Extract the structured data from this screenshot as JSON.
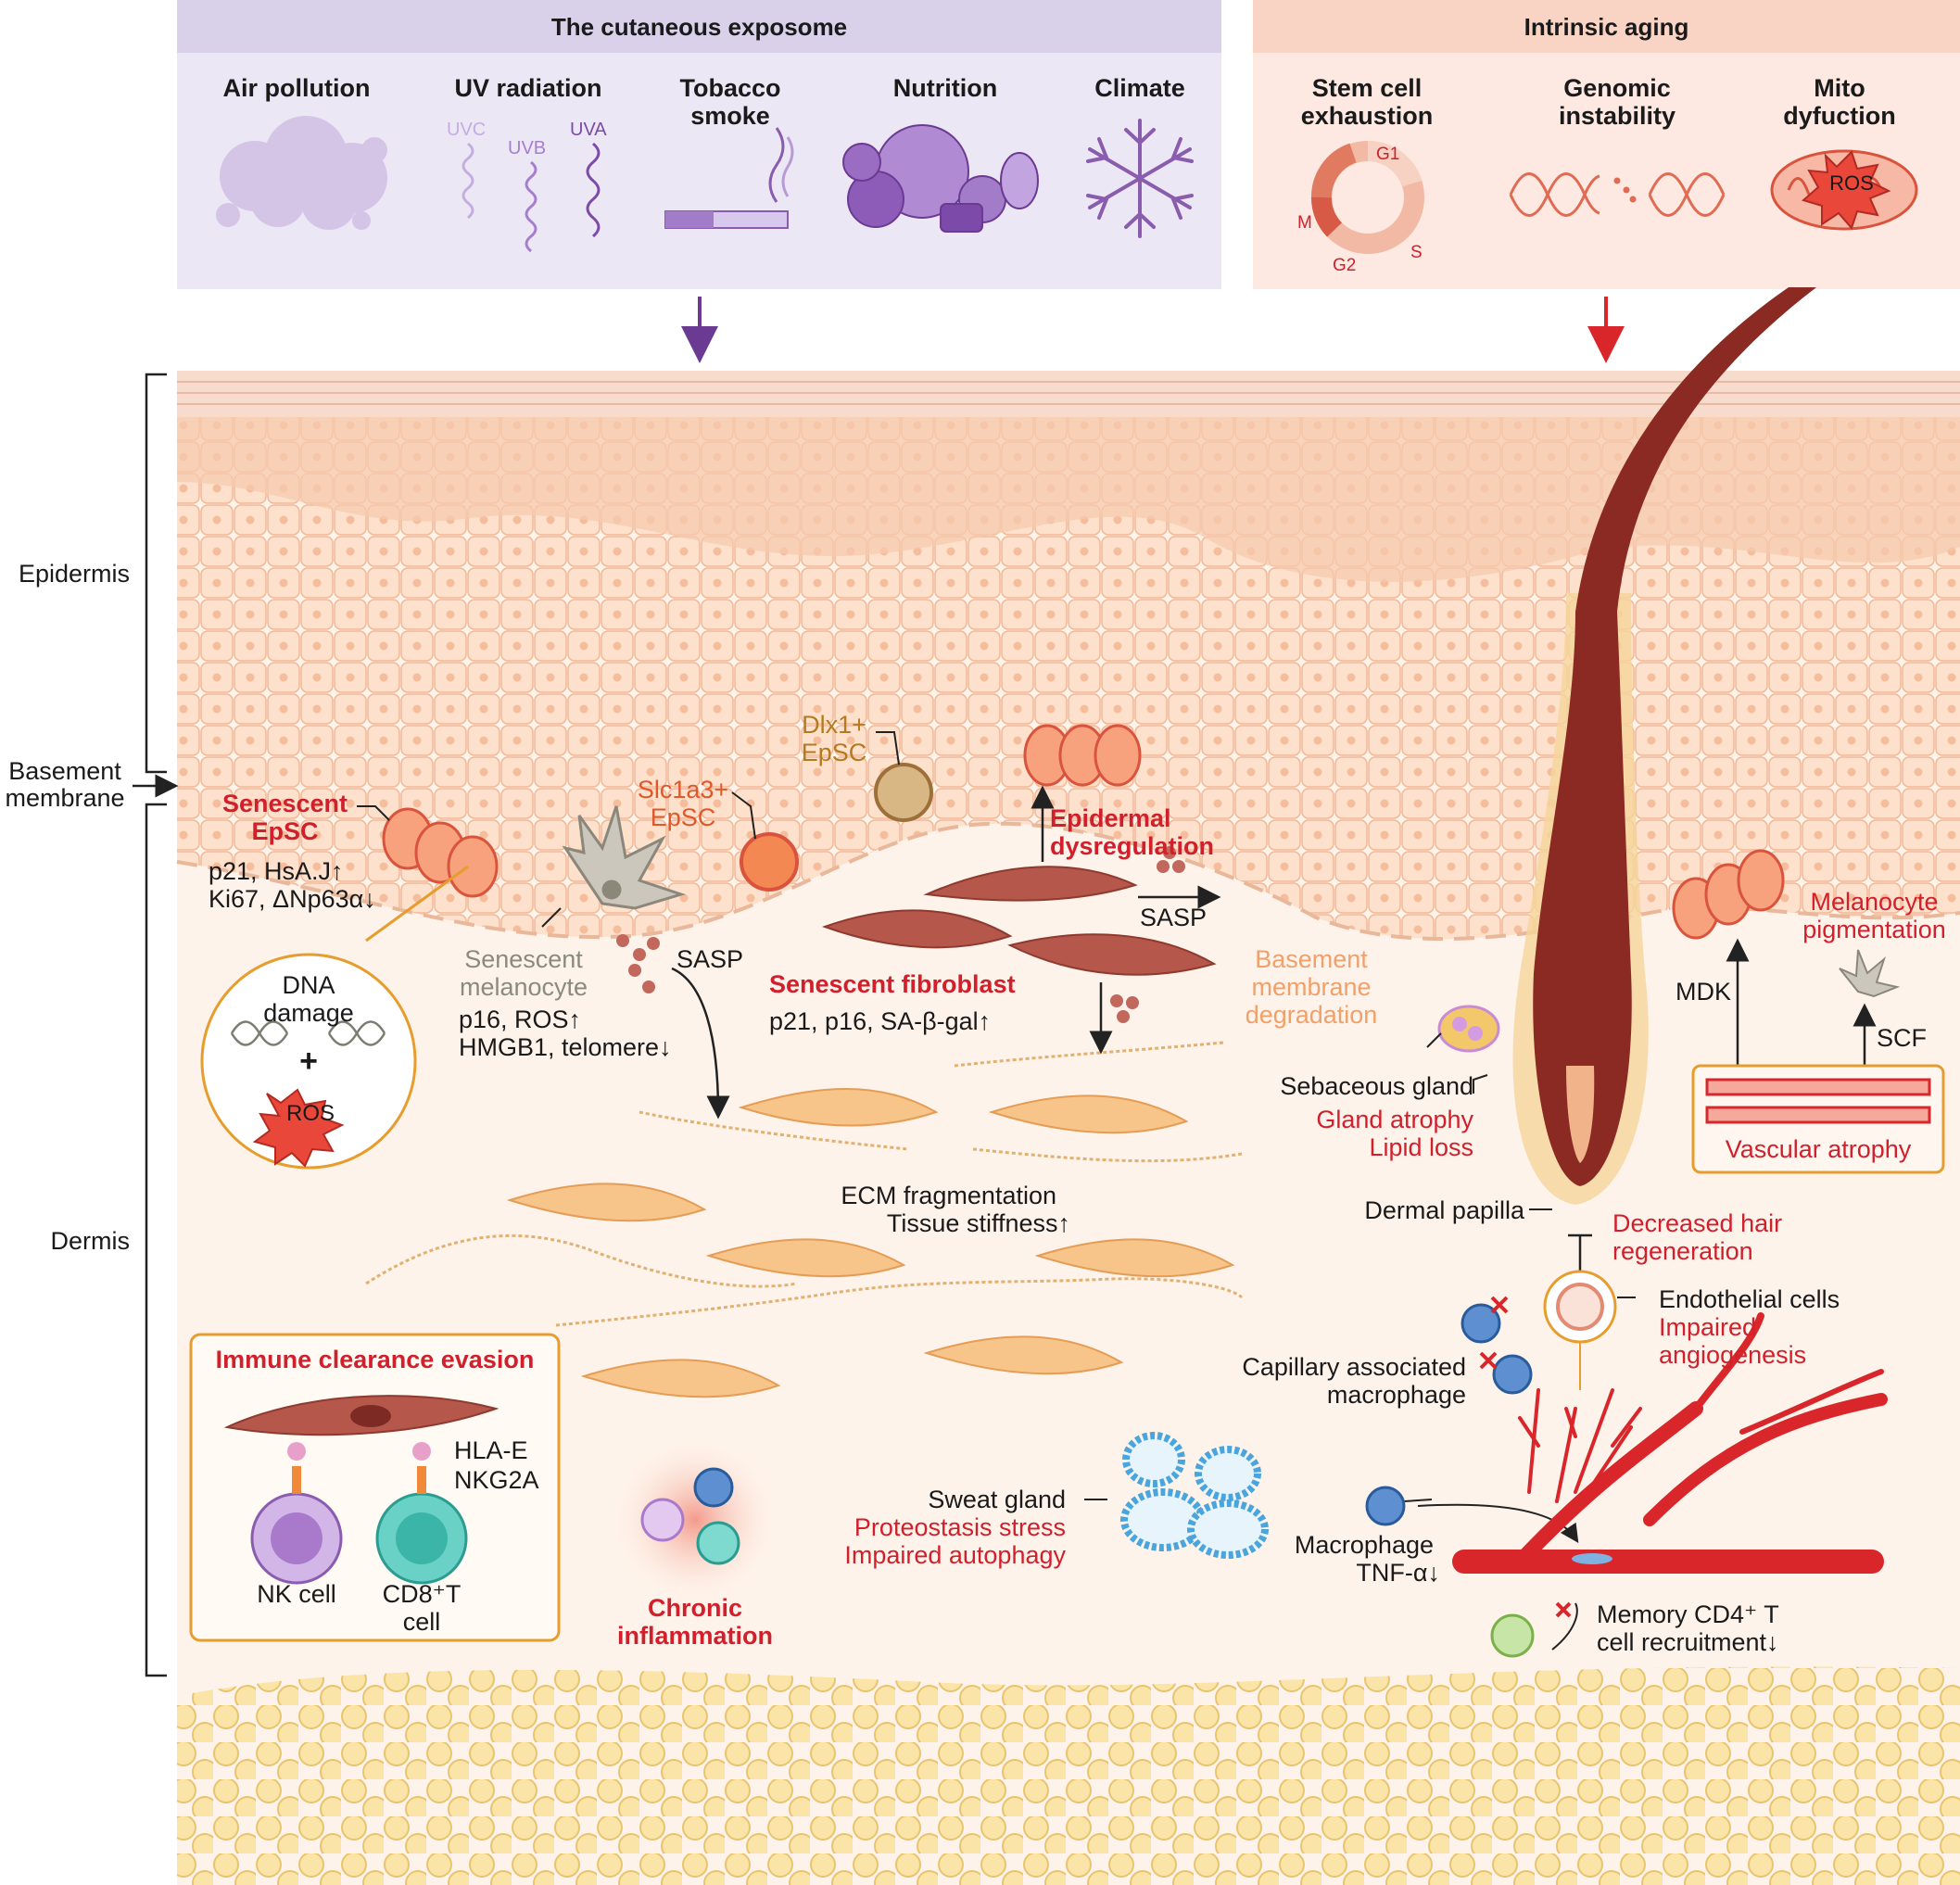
{
  "panels": {
    "exposome": {
      "title": "The cutaneous exposome",
      "items": [
        "Air pollution",
        "UV radiation",
        "Tobacco smoke",
        "Nutrition",
        "Climate"
      ],
      "uv_bands": [
        "UVC",
        "UVB",
        "UVA"
      ]
    },
    "intrinsic": {
      "title": "Intrinsic aging",
      "items": [
        "Stem cell exhaustion",
        "Genomic instability",
        "Mito dyfuction"
      ],
      "cell_cycle": [
        "G1",
        "M",
        "G2",
        "S"
      ],
      "ros": "ROS"
    }
  },
  "layers": {
    "epidermis": "Epidermis",
    "basement_membrane": "Basement membrane",
    "dermis": "Dermis"
  },
  "labels": {
    "senescent_epsc": "Senescent EpSC",
    "epsc_markers_1": "p21, HsA.J↑",
    "epsc_markers_2": "Ki67, ΔNp63α↓",
    "dna_damage": "DNA damage",
    "plus": "+",
    "ros": "ROS",
    "senescent_melanocyte": "Senescent melanocyte",
    "melanocyte_markers_1": "p16, ROS↑",
    "melanocyte_markers_2": "HMGB1, telomere↓",
    "sasp": "SASP",
    "slc1a3_epsc": "Slc1a3+ EpSC",
    "dlx1_epsc": "Dlx1+ EpSC",
    "epidermal_dysregulation": "Epidermal dysregulation",
    "senescent_fibroblast": "Senescent fibroblast",
    "fibroblast_markers": "p21, p16, SA-β-gal↑",
    "basement_degradation": "Basement membrane degradation",
    "ecm": "ECM fragmentation",
    "stiffness": "Tissue stiffness↑",
    "immune_title": "Immune clearance evasion",
    "hla_e": "HLA-E",
    "nkg2a": "NKG2A",
    "nk_cell": "NK cell",
    "cd8_t": "CD8⁺T cell",
    "chronic_inflammation": "Chronic inflammation",
    "sweat_gland": "Sweat gland",
    "proteostasis": "Proteostasis stress",
    "autophagy": "Impaired autophagy",
    "sebaceous": "Sebaceous gland",
    "gland_atrophy": "Gland atrophy",
    "lipid_loss": "Lipid loss",
    "dermal_papilla": "Dermal papilla",
    "hair_regen": "Decreased hair regeneration",
    "endothelial": "Endothelial cells",
    "angiogenesis": "Impaired angiogenesis",
    "capillary_macrophage": "Capillary associated macrophage",
    "macrophage": "Macrophage",
    "tnf": "TNF-α↓",
    "memory_t": "Memory CD4⁺ T",
    "recruitment": "cell recruitment↓",
    "mdk": "MDK",
    "scf": "SCF",
    "melanocyte_pigmentation": "Melanocyte pigmentation",
    "vascular_atrophy": "Vascular atrophy"
  },
  "colors": {
    "exposome_panel": "#ebe6f5",
    "exposome_header": "#d8d0ea",
    "exposome_icon": "#8a5cae",
    "intrinsic_panel": "#fde9e1",
    "intrinsic_header": "#f9d3c4",
    "intrinsic_icon": "#e06a52",
    "epidermis": "#fbd8c2",
    "dermis": "#fef3ea",
    "fat": "#f9e1a4",
    "hair": "#8b2a23",
    "vessel": "#d8262b",
    "emphasis_text": "#d11f2c"
  }
}
